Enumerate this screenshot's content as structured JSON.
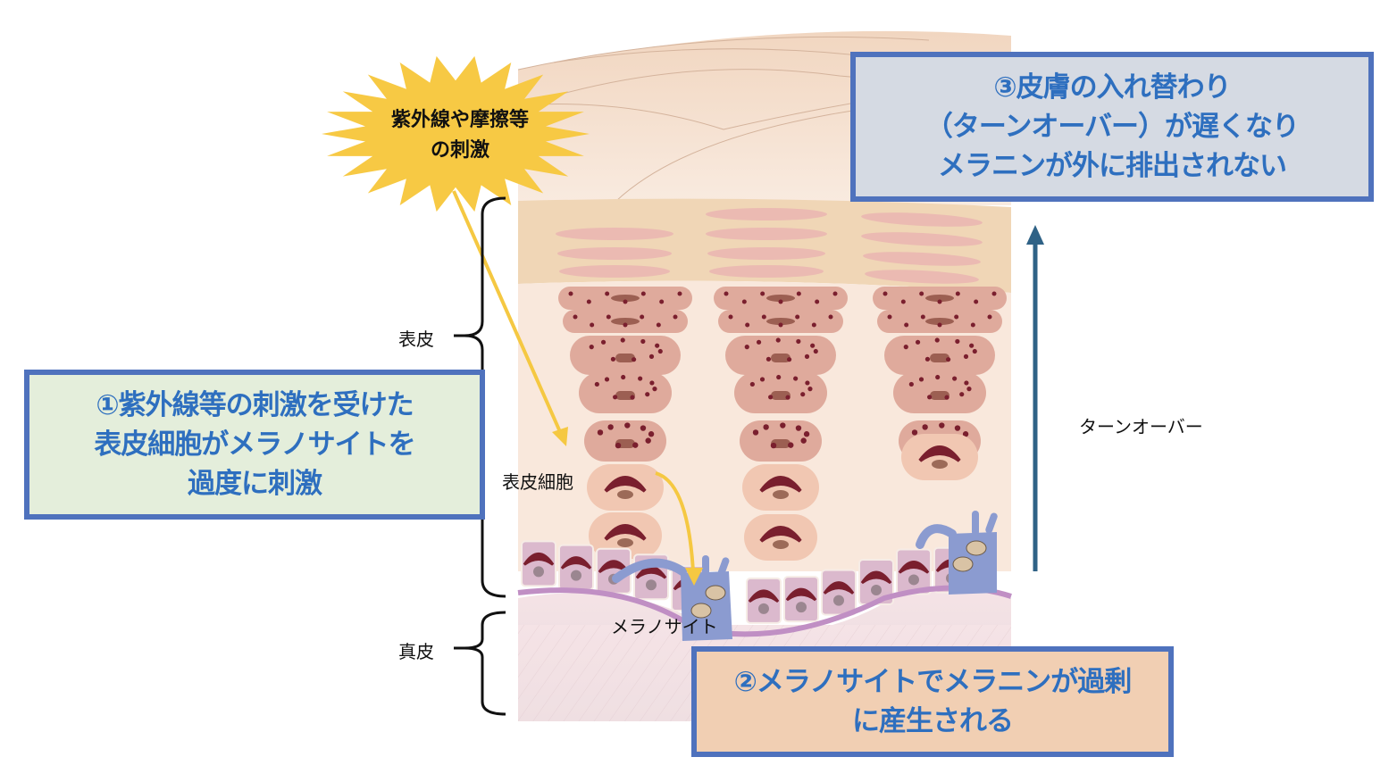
{
  "stimulus_burst": {
    "lines": [
      "紫外線や摩擦等",
      "の刺激"
    ],
    "color": "#f7c944"
  },
  "labels": {
    "epidermis": "表皮",
    "dermis": "真皮",
    "epidermal_cell": "表皮細胞",
    "melanocyte": "メラノサイト",
    "turnover": "ターンオーバー"
  },
  "callouts": {
    "step1": {
      "lines": [
        "①紫外線等の刺激を受けた",
        "表皮細胞がメラノサイトを",
        "過度に刺激"
      ],
      "bg": "#e4eedb"
    },
    "step2": {
      "lines": [
        "②メラノサイトでメラニンが過剰",
        "に産生される"
      ],
      "bg": "#f1cfb3"
    },
    "step3": {
      "lines": [
        "③皮膚の入れ替わり",
        "（ターンオーバー）が遅くなり",
        "メラニンが外に排出されない"
      ],
      "bg": "#d5dae3"
    }
  },
  "colors": {
    "callout_border": "#4f72bd",
    "callout_text": "#2e6fbf",
    "turnover_arrow": "#2f6286",
    "stimulus_arrow": "#f5c842",
    "melanin": "#7a1f2e",
    "melanocyte": "#8b9bd0"
  }
}
